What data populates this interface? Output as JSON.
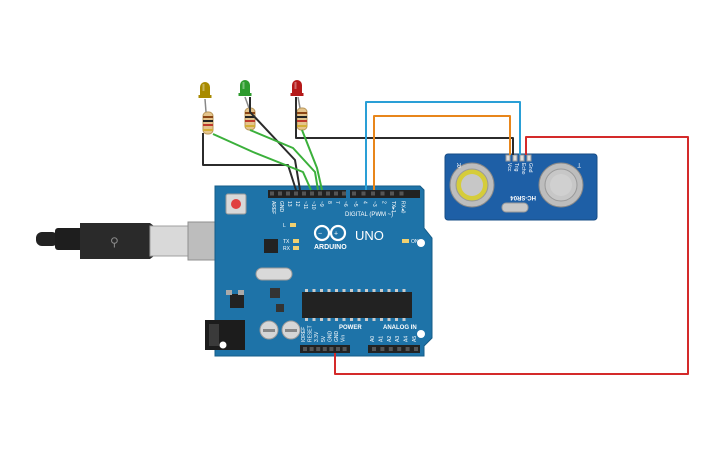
{
  "board": {
    "brand": "ARDUINO",
    "model": "UNO",
    "digital_label": "DIGITAL (PWM ~)",
    "power_label": "POWER",
    "analog_label": "ANALOG IN",
    "led_on": "ON",
    "led_l": "L",
    "led_tx": "TX",
    "led_rx": "RX",
    "digital_pins": [
      "AREF",
      "GND",
      "13",
      "12",
      "~11",
      "~10",
      "~9",
      "8",
      "7",
      "~6",
      "~5",
      "4",
      "~3",
      "2",
      "TX▸1",
      "RX◂0"
    ],
    "power_pins": [
      "IOREF",
      "RESET",
      "3.3V",
      "5V",
      "GND",
      "GND",
      "Vin"
    ],
    "analog_pins": [
      "A0",
      "A1",
      "A2",
      "A3",
      "A4",
      "A5"
    ]
  },
  "sensor": {
    "model": "HC-SR04",
    "pins": [
      "Vcc",
      "Trig",
      "Echo",
      "Gnd"
    ],
    "left_mark": "R",
    "right_mark": "T"
  },
  "leds": [
    {
      "color": "#a88a00"
    },
    {
      "color": "#2e9b2e"
    },
    {
      "color": "#b51a1a"
    }
  ],
  "wires": {
    "black": "#2b2b2b",
    "green": "#3bb03b",
    "blue": "#2a9fd6",
    "orange": "#e8861b",
    "red": "#d42a2a"
  }
}
